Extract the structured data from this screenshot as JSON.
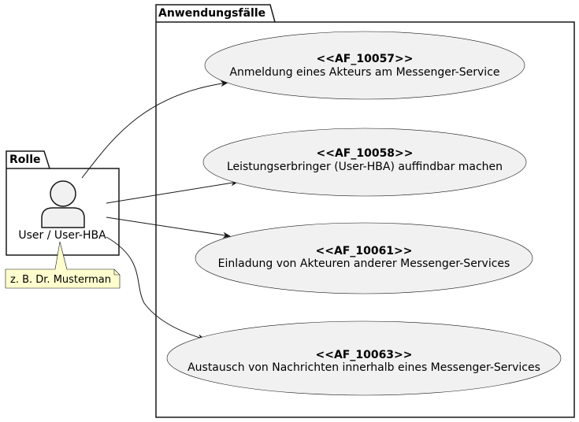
{
  "packages": {
    "usecases": {
      "title": "Anwendungsfälle"
    },
    "role": {
      "title": "Rolle"
    }
  },
  "actor": {
    "label": "User / User-HBA",
    "icon": "person-icon",
    "note": "z. B. Dr. Musterman"
  },
  "usecases": [
    {
      "id": "<<AF_10057>>",
      "name": "Anmeldung eines Akteurs am Messenger-Service"
    },
    {
      "id": "<<AF_10058>>",
      "name": "Leistungserbringer (User-HBA) auffindbar machen"
    },
    {
      "id": "<<AF_10061>>",
      "name": "Einladung von Akteuren anderer Messenger-Services"
    },
    {
      "id": "<<AF_10063>>",
      "name": "Austausch von Nachrichten innerhalb eines Messenger-Services"
    }
  ],
  "colors": {
    "usecase_fill": "#F1F1F1",
    "note_fill": "#FEFECE",
    "line": "#181818"
  }
}
